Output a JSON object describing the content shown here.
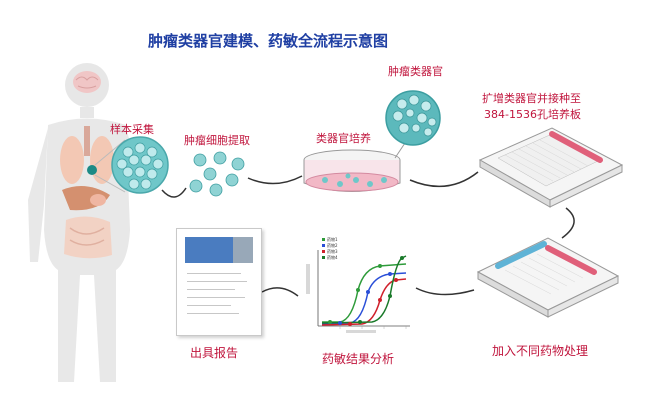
{
  "title": "肿瘤类器官建模、药敏全流程示意图",
  "steps": {
    "sample": "样本采集",
    "extract": "肿瘤细胞提取",
    "culture": "类器官培养",
    "organoid": "肿瘤类器官",
    "expand_line1": "扩增类器官并接种至",
    "expand_line2": "384-1536孔培养板",
    "drug": "加入不同药物处理",
    "analysis": "药敏结果分析",
    "report": "出具报告"
  },
  "legend": [
    "药物1",
    "药物2",
    "药物3",
    "药物4"
  ],
  "colors": {
    "title": "#1f3fa3",
    "label": "#c0143c",
    "cell": "#6fc7c9",
    "body": "#e8e8e8",
    "lung": "#f2c9b6",
    "series": [
      "#2e9b3a",
      "#2a4fd8",
      "#d0202b",
      "#1a7a2a"
    ]
  }
}
